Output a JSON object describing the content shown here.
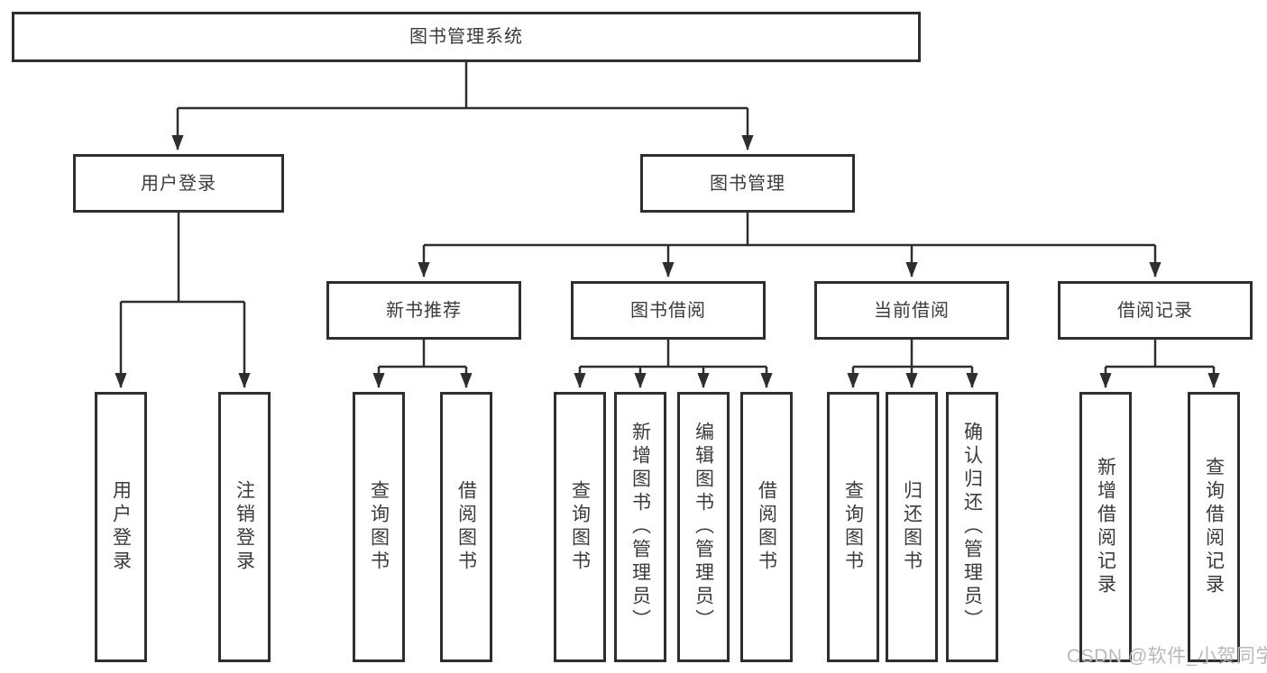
{
  "diagram": {
    "title": "图书管理系统",
    "level2": {
      "user_login": "用户登录",
      "book_mgmt": "图书管理"
    },
    "level3": {
      "new_books": "新书推荐",
      "borrowing": "图书借阅",
      "current_borrow": "当前借阅",
      "borrow_records": "借阅记录"
    },
    "leaves": {
      "user_login_login": "用户登录",
      "user_login_logout": "注销登录",
      "new_books_query": "查询图书",
      "new_books_borrow": "借阅图书",
      "borrowing_query": "查询图书",
      "borrowing_add": "新增图书（管理员）",
      "borrowing_edit": "编辑图书（管理员）",
      "borrowing_borrow": "借阅图书",
      "current_query": "查询图书",
      "current_return": "归还图书",
      "current_confirm": "确认归还（管理员）",
      "records_add": "新增借阅记录",
      "records_query": "查询借阅记录"
    }
  },
  "colors": {
    "line": "#2e2e2e",
    "text": "#3b3b3b",
    "watermark": "#b9b9b9"
  },
  "watermark": "CSDN @软件_小贺同学"
}
